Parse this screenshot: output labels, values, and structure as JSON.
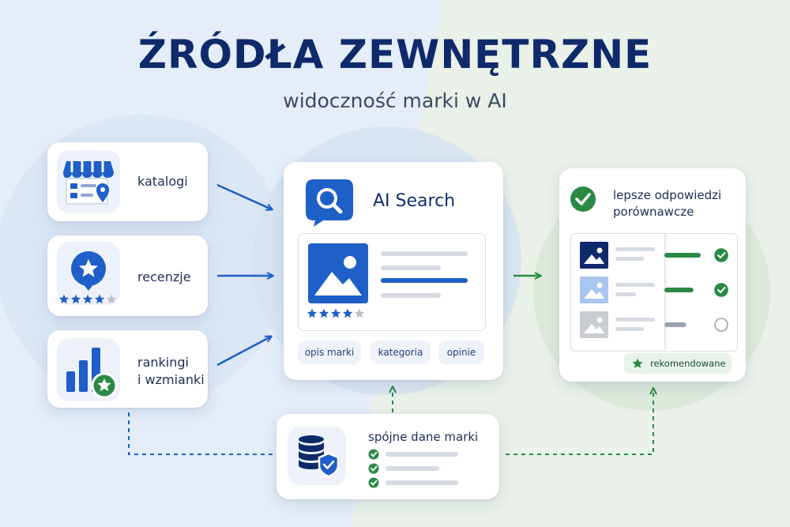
{
  "header": {
    "title": "ŹRÓDŁA ZEWNĘTRZNE",
    "subtitle": "widoczność marki w AI"
  },
  "colors": {
    "primary_blue": "#1e5fc8",
    "dark_navy": "#0f2a6b",
    "accent_green": "#2a8a45",
    "bg_left": "#e4edf8",
    "bg_right": "#e9f1e8"
  },
  "sources": [
    {
      "label": "katalogi",
      "icon": "storefront-map-pin-icon"
    },
    {
      "label": "recenzje",
      "icon": "star-badge-icon",
      "rating": 4,
      "rating_max": 5
    },
    {
      "label_line1": "rankingi",
      "label_line2": "i wzmianki",
      "icon": "bar-chart-star-icon"
    }
  ],
  "ai_search": {
    "title": "AI Search",
    "rating": 4,
    "rating_max": 5,
    "tags": [
      "opis marki",
      "kategoria",
      "opinie"
    ]
  },
  "results": {
    "title_line1": "lepsze odpowiedzi",
    "title_line2": "porównawcze",
    "rows": [
      {
        "score": 1.0,
        "checked": true
      },
      {
        "score": 0.8,
        "checked": true
      },
      {
        "score": 0.6,
        "checked": false
      }
    ],
    "badge": "rekomendowane"
  },
  "brand_data": {
    "title": "spójne dane marki",
    "items_checked": 3
  }
}
